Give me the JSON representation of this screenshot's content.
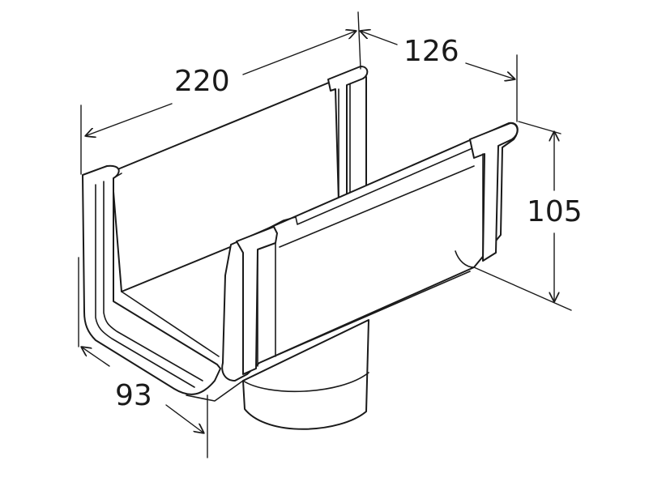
{
  "dimensions": {
    "length": "220",
    "depth": "126",
    "height": "105",
    "width": "93"
  },
  "colors": {
    "line": "#1a1a1a",
    "background": "#ffffff"
  }
}
